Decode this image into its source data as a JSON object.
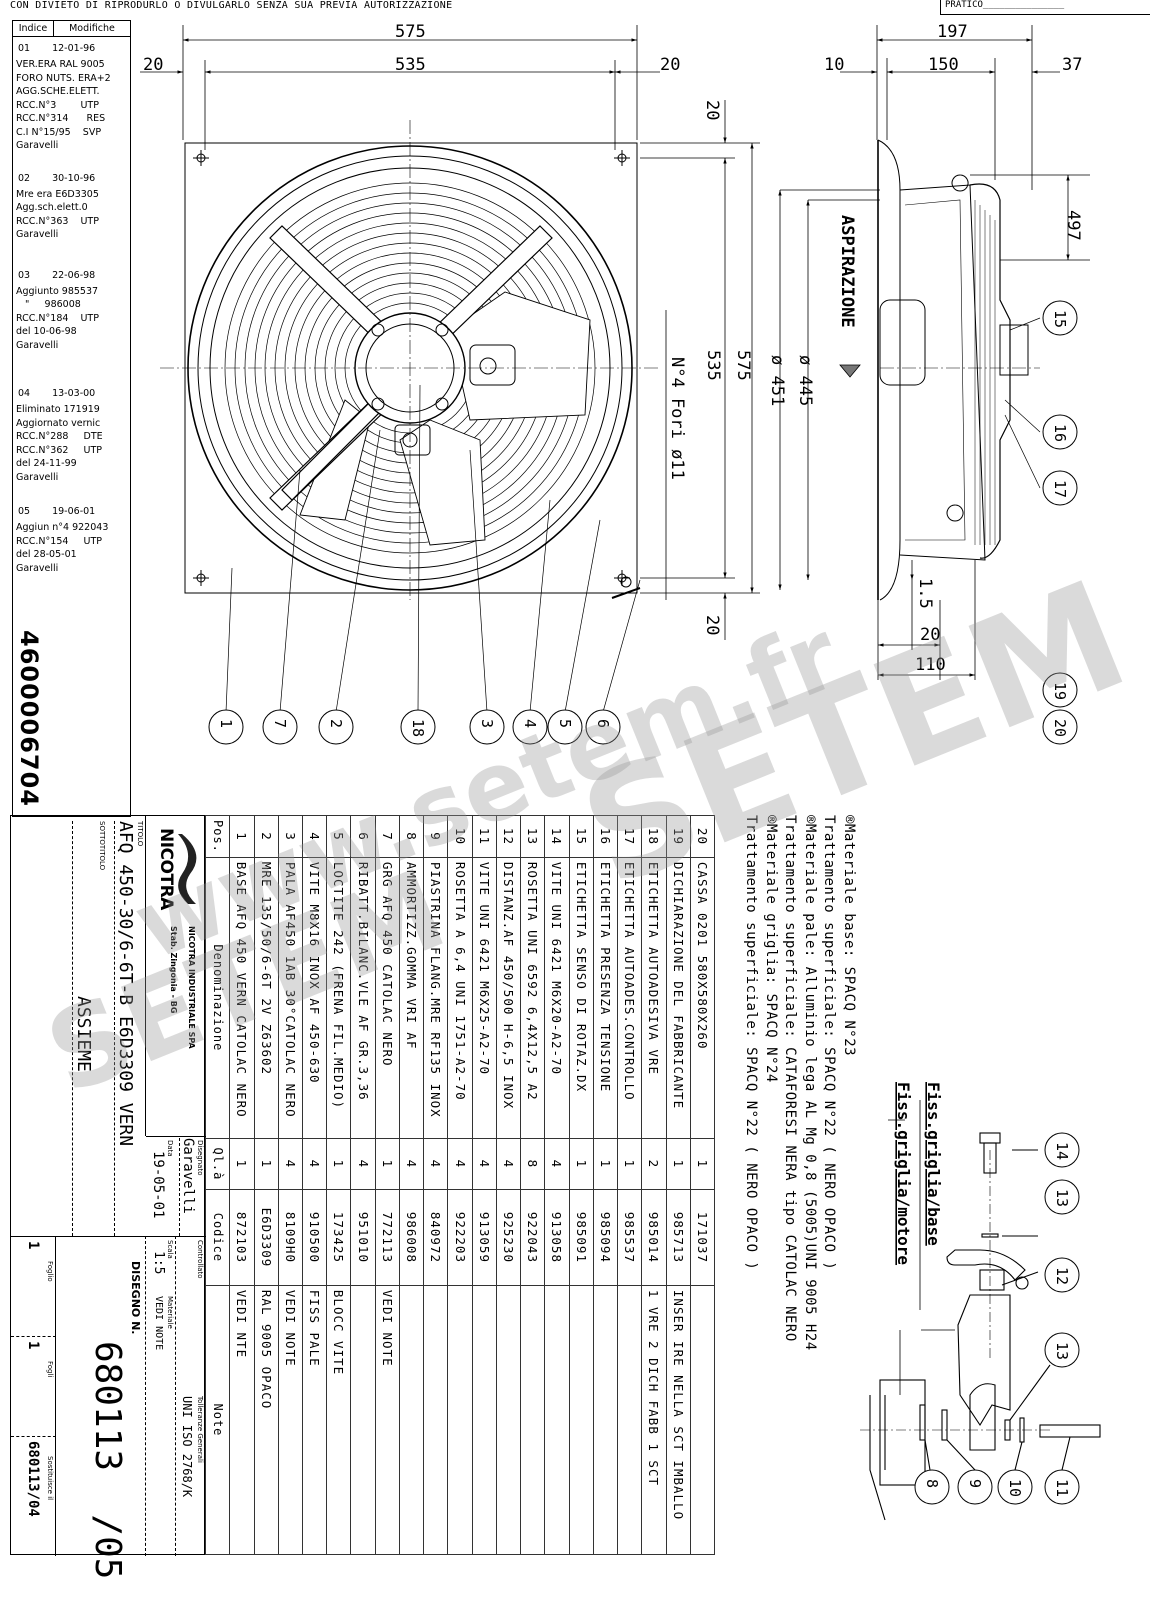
{
  "top_notice": "CON DIVIETO DI RIPRODURLO O DIVULGARLO SENZA SUA PREVIA AUTORIZZAZIONE",
  "pratico_label": "PRATICO_______________",
  "revision_block": {
    "header": {
      "indice": "Indice",
      "modifiche": "Modifiche"
    },
    "entries": [
      {
        "index": "01",
        "date": "12-01-96",
        "lines": [
          "VER.ERA RAL 9005",
          "FORO NUTS. ERA+2",
          "AGG.SCHE.ELETT.",
          "RCC.N°3        UTP",
          "RCC.N°314      RES",
          "C.I N°15/95    SVP",
          "Garavelli"
        ]
      },
      {
        "index": "02",
        "date": "30-10-96",
        "lines": [
          "Mre era E6D3305",
          "Agg.sch.elett.0",
          "RCC.N°363    UTP",
          "Garavelli"
        ]
      },
      {
        "index": "03",
        "date": "22-06-98",
        "lines": [
          "Aggiunto 985537",
          "   \"     986008",
          "RCC.N°184    UTP",
          "del 10-06-98",
          "Garavelli"
        ]
      },
      {
        "index": "04",
        "date": "13-03-00",
        "lines": [
          "Eliminato 171919",
          "Aggiornato vernic",
          "RCC.N°288     DTE",
          "RCC.N°362     UTP",
          "del 24-11-99",
          "Garavelli"
        ]
      },
      {
        "index": "05",
        "date": "19-06-01",
        "lines": [
          "Aggiun n°4 922043",
          "RCC.N°154     UTP",
          "del 28-05-01",
          "Garavelli"
        ]
      }
    ]
  },
  "part_number": "4600006704",
  "front_view": {
    "dim_overall_width": "575",
    "dim_hole_pitch": "535",
    "dim_left_margin": "20",
    "dim_right_margin": "20",
    "dim_top_margin": "20",
    "dim_bottom_margin": "20",
    "dim_hole_pitch_vertical": "535",
    "dim_overall_height": "575",
    "holes_label": "N°4 Fori ø11",
    "diameter_inner": "ø 445",
    "diameter_outer": "ø 451",
    "airflow_label": "ASPIRAZIONE"
  },
  "side_view": {
    "dim_depth": "197",
    "dim_front": "10",
    "dim_body": "150",
    "dim_rear": "37",
    "dim_height": "497",
    "dim_thickness": "1.5",
    "dim_flange": "20",
    "dim_base": "110"
  },
  "balloons_bottom": [
    "1",
    "7",
    "2",
    "18",
    "3",
    "4",
    "5",
    "6"
  ],
  "balloons_side": [
    "15",
    "16",
    "17",
    "19",
    "20"
  ],
  "balloons_fixing": [
    "14",
    "13",
    "12",
    "13",
    "11",
    "10",
    "9",
    "8"
  ],
  "fixing_labels": {
    "base": "Fiss.griglia/base",
    "motor": "Fiss.griglia/motore"
  },
  "notes": [
    "®Materiale base: SPACQ N°23",
    "Trattamento superficiale: SPACQ N°22 ( NERO OPACO )",
    "®Materiale pale: Alluminio lega AL Mg 0,8 (5005)UNI 9005 H24",
    "Trattamento superficiale: CATAFORESI NERA tipo CATOLAC NERO",
    "®Materiale griglia: SPACQ N°24",
    "Trattamento superficiale: SPACQ  N°22 ( NERO OPACO )"
  ],
  "bill_of_materials": {
    "headers": {
      "pos": "Pos.",
      "name": "Denominazione",
      "qty": "Ql.à",
      "code": "Codice",
      "note": "Note"
    },
    "rows": [
      {
        "pos": "20",
        "name": "CASSA 0201 580X580X260",
        "qty": "1",
        "code": "171037",
        "note": ""
      },
      {
        "pos": "19",
        "name": "DICHIARAZIONE DEL FABBRICANTE",
        "qty": "1",
        "code": "985713",
        "note": "INSER IRE NELLA SCT IMBALLO"
      },
      {
        "pos": "18",
        "name": "ETICHETTA AUTOADESIVA VRE",
        "qty": "2",
        "code": "985014",
        "note": "1 VRE 2 DICH FABB 1 SCT"
      },
      {
        "pos": "17",
        "name": "ETICHETTA AUTOADES.CONTROLLO",
        "qty": "1",
        "code": "985537",
        "note": ""
      },
      {
        "pos": "16",
        "name": "ETICHETTA PRESENZA TENSIONE",
        "qty": "1",
        "code": "985094",
        "note": ""
      },
      {
        "pos": "15",
        "name": "ETICHETTA SENSO DI ROTAZ.DX",
        "qty": "1",
        "code": "985091",
        "note": ""
      },
      {
        "pos": "14",
        "name": "VITE UNI 6421 M6X20-A2-70",
        "qty": "4",
        "code": "913058",
        "note": ""
      },
      {
        "pos": "13",
        "name": "ROSETTA UNI 6592 6,4X12,5 A2",
        "qty": "8",
        "code": "922043",
        "note": ""
      },
      {
        "pos": "12",
        "name": "DISTANZ.AF 450/500 H-6,5 INOX",
        "qty": "4",
        "code": "925230",
        "note": ""
      },
      {
        "pos": "11",
        "name": "VITE UNI 6421 M6X25-A2-70",
        "qty": "4",
        "code": "913059",
        "note": ""
      },
      {
        "pos": "10",
        "name": "ROSETTA A 6,4 UNI 1751-A2-70",
        "qty": "4",
        "code": "922203",
        "note": ""
      },
      {
        "pos": "9",
        "name": "PIASTRINA FLANG.MRE RF135 INOX",
        "qty": "4",
        "code": "840972",
        "note": ""
      },
      {
        "pos": "8",
        "name": "AMMORTIZZ.GOMMA VRI AF",
        "qty": "4",
        "code": "986008",
        "note": ""
      },
      {
        "pos": "7",
        "name": "GRG AFQ 450 CATOLAC NERO",
        "qty": "1",
        "code": "772113",
        "note": "VEDI NOTE"
      },
      {
        "pos": "6",
        "name": "RIBATT.BILANC.VLE AF GR.3,36",
        "qty": "4",
        "code": "951010",
        "note": ""
      },
      {
        "pos": "5",
        "name": "LOCTITE 242 (FRENA FIL.MEDIO)",
        "qty": "1",
        "code": "173425",
        "note": "BLOCC VITE"
      },
      {
        "pos": "4",
        "name": "VITE M8X16 INOX AF 450-630",
        "qty": "4",
        "code": "910500",
        "note": "FISS PALE"
      },
      {
        "pos": "3",
        "name": "PALA AF450 1AB 30°CATOLAC NERO",
        "qty": "4",
        "code": "8109H0",
        "note": "VEDI NOTE"
      },
      {
        "pos": "2",
        "name": "MRE 135/50/6-6T 2V Z63602",
        "qty": "1",
        "code": "E6D3309",
        "note": "RAL 9005 OPACO"
      },
      {
        "pos": "1",
        "name": "BASE AFQ 450 VERN CATOLAC NERO",
        "qty": "1",
        "code": "872103",
        "note": "VEDI NTE"
      }
    ]
  },
  "title_block": {
    "company_logo": "NICOTRA",
    "company_name": "NICOTRA INDUSTRIALE SPA",
    "company_site": "Stab. Zingonia - BG",
    "title_label": "TITOLO",
    "title": "AFQ 450-30/6-6T-B E6D3309 VERN",
    "subtitle_label": "SOTTOTITOLO",
    "subtitle": "ASSIEME",
    "drawn_label": "Disegnato",
    "drawn_by": "Garavelli",
    "date_label": "Data",
    "date": "19-05-01",
    "checked_label": "Controllato",
    "scale_label": "Scala",
    "scale": "1:5",
    "material_label": "Materiale",
    "material": "VEDI NOTE",
    "tolerance_label": "Tolleranze Generali",
    "tolerance": "UNI ISO 2768/K",
    "drawing_no_label": "DISEGNO N.",
    "drawing_no": "680113  /05",
    "sheet_label": "Foglio",
    "sheet": "1",
    "sheets_label": "Fogli",
    "sheets": "1",
    "supersedes_label": "Sostituisce il",
    "supersedes": "680113/04"
  },
  "watermark": {
    "site": "www.setem.fr",
    "brand": "SETEM"
  },
  "colors": {
    "line": "#000000",
    "watermark": "#969696",
    "stipple": "#9a9a9a"
  }
}
